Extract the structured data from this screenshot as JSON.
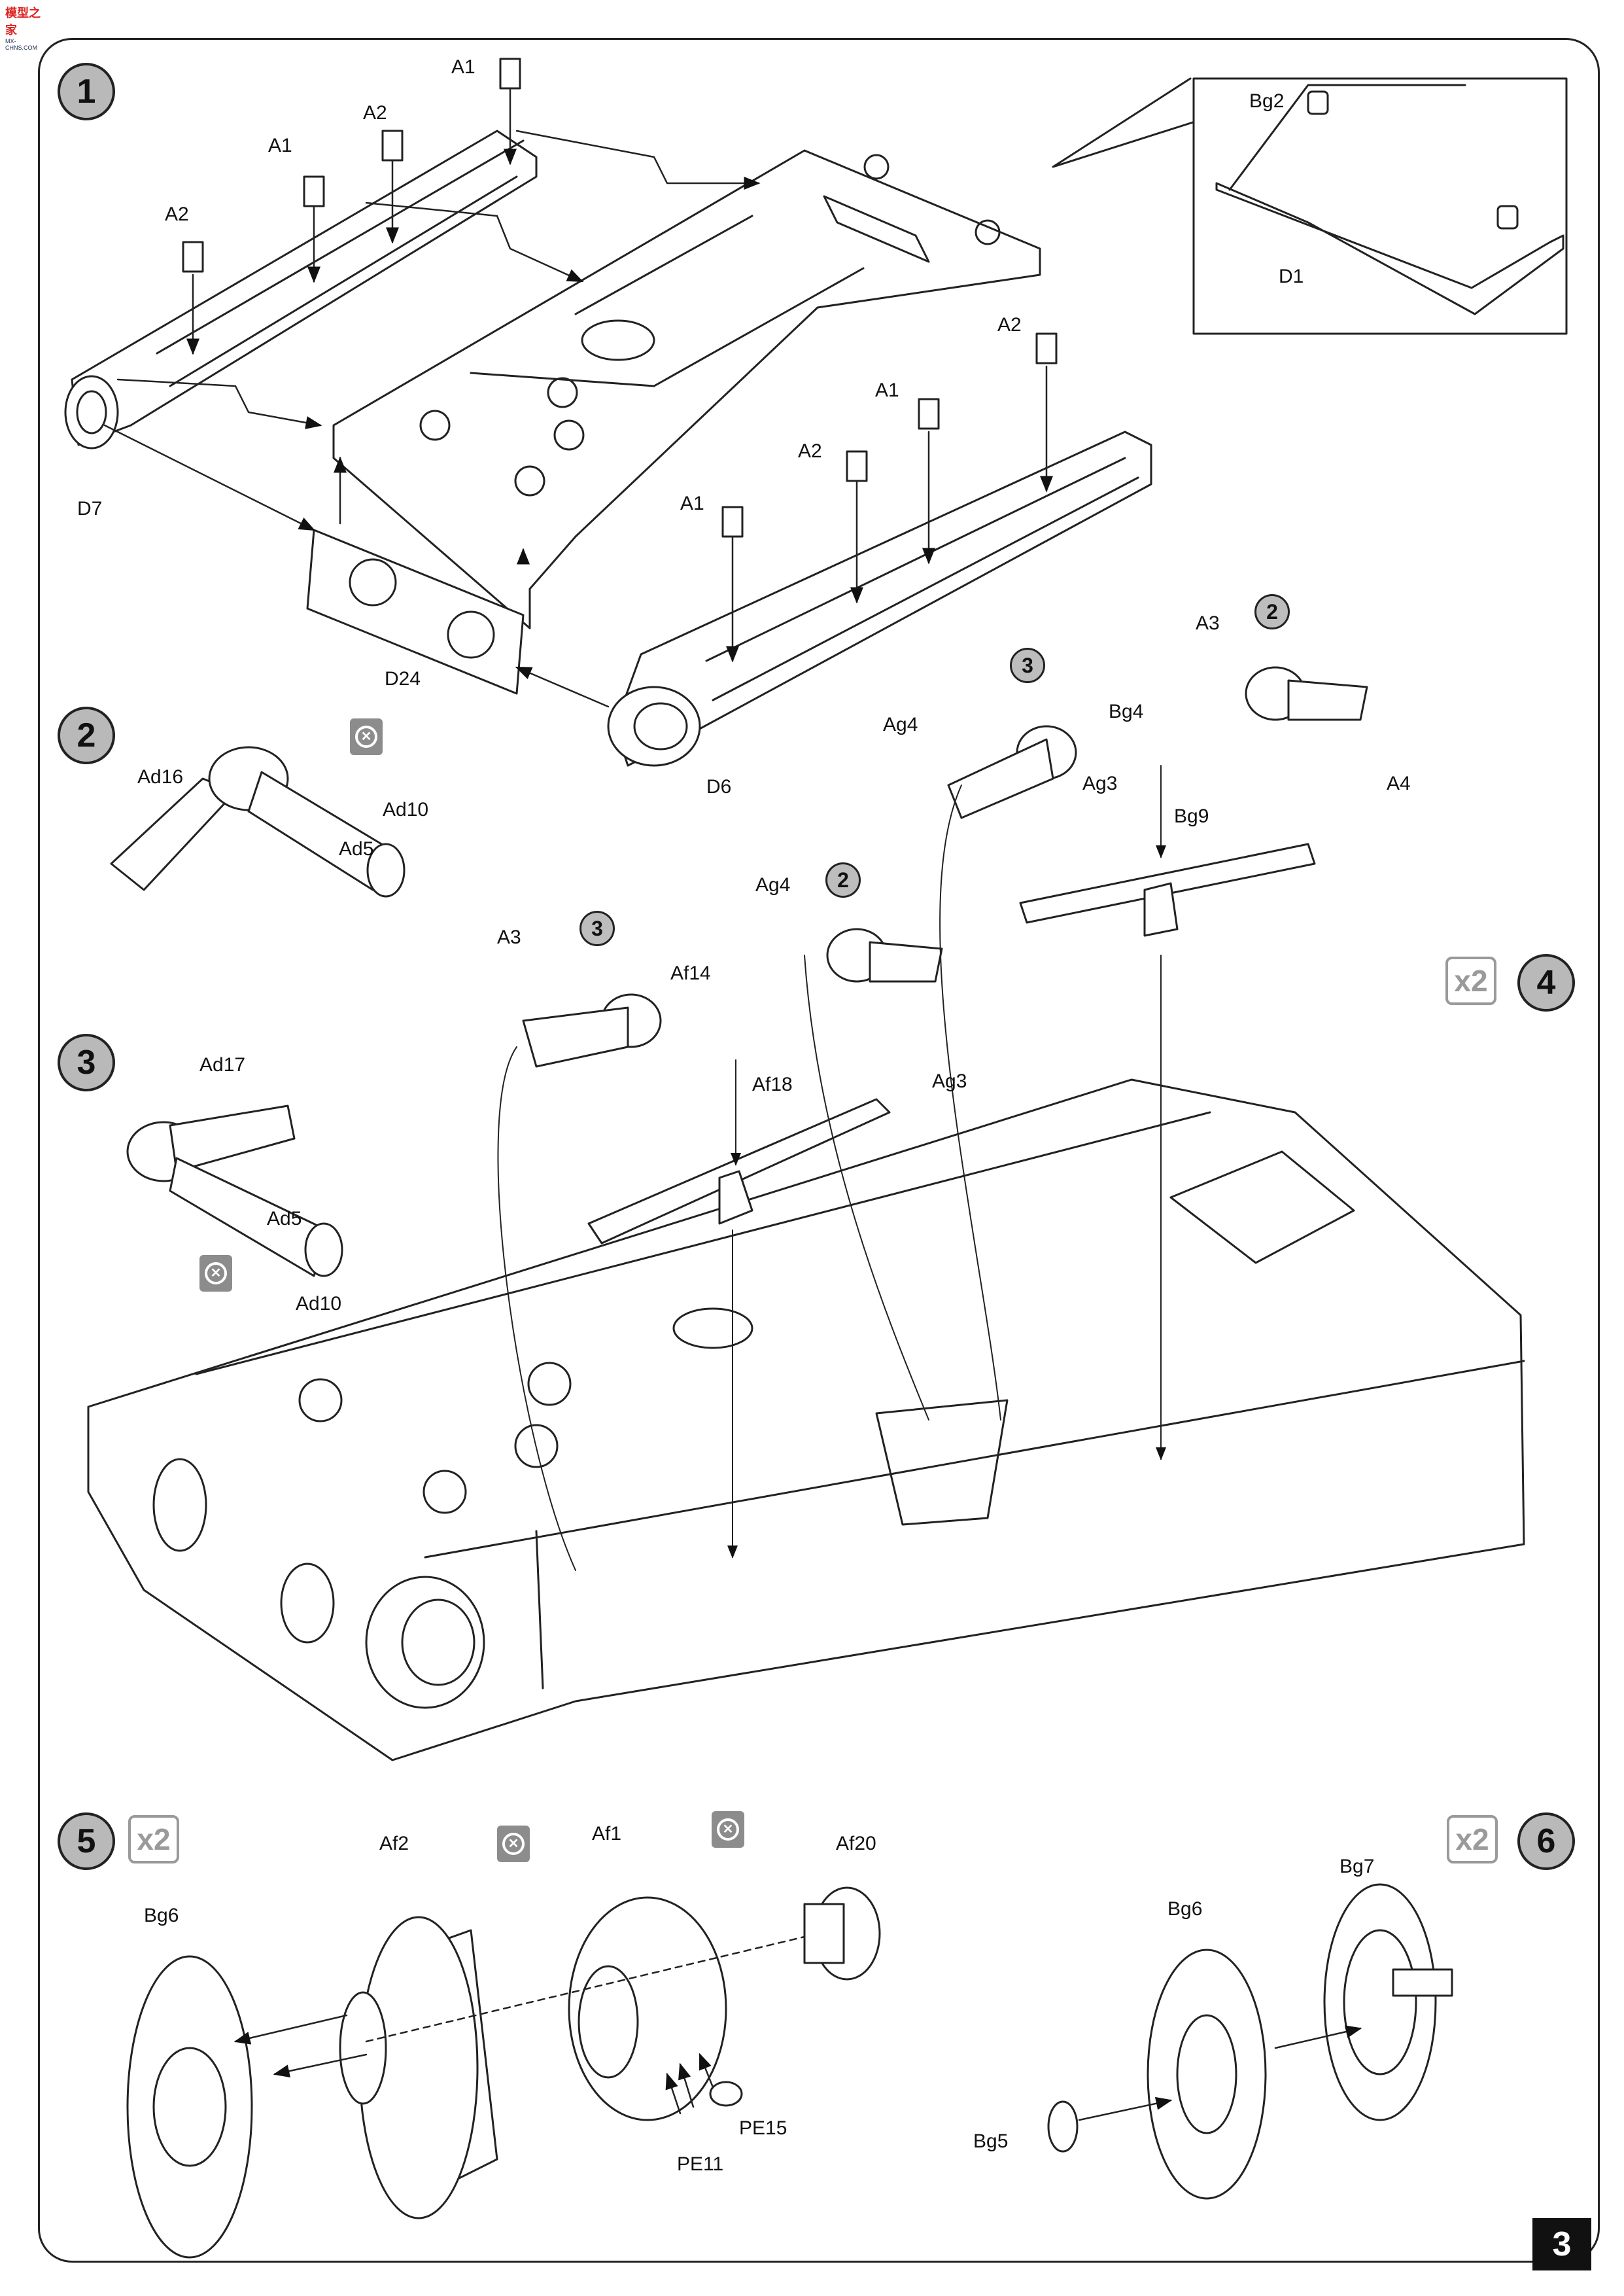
{
  "page": {
    "number": "3",
    "logo_text": "模型之家"
  },
  "steps": [
    {
      "number": "1"
    },
    {
      "number": "2"
    },
    {
      "number": "3"
    },
    {
      "number": "4",
      "multiplier": "x2"
    },
    {
      "number": "5",
      "multiplier": "x2"
    },
    {
      "number": "6",
      "multiplier": "x2"
    }
  ],
  "callouts": {
    "c1": "2",
    "c2": "3",
    "c3": "3",
    "c4": "2"
  },
  "parts": {
    "s1_a1_top": "A1",
    "s1_a2_mid": "A2",
    "s1_a1_mid": "A1",
    "s1_a2_left": "A2",
    "s1_d7": "D7",
    "s1_d24": "D24",
    "s1_d6": "D6",
    "s1_a2_r1": "A2",
    "s1_a1_r1": "A1",
    "s1_a2_r2": "A2",
    "s1_a1_r2": "A1",
    "s1_bg2": "Bg2",
    "s1_d1": "D1",
    "s2_ad16": "Ad16",
    "s2_ad10": "Ad10",
    "s2_ad5": "Ad5",
    "s3_ad17": "Ad17",
    "s3_ad5": "Ad5",
    "s3_ad10": "Ad10",
    "s4_a3_r": "A3",
    "s4_ag4_r": "Ag4",
    "s4_bg4": "Bg4",
    "s4_ag3_r": "Ag3",
    "s4_bg9": "Bg9",
    "s4_a4": "A4",
    "s4_ag4_l": "Ag4",
    "s4_a3_l": "A3",
    "s4_af14": "Af14",
    "s4_af18": "Af18",
    "s4_ag3_l": "Ag3",
    "s5_af2": "Af2",
    "s5_af1": "Af1",
    "s5_af20": "Af20",
    "s5_bg6": "Bg6",
    "s5_pe15": "PE15",
    "s5_pe11": "PE11",
    "s6_bg7": "Bg7",
    "s6_bg6": "Bg6",
    "s6_bg5": "Bg5"
  },
  "icons": {
    "glue": "glue-warning-icon"
  }
}
